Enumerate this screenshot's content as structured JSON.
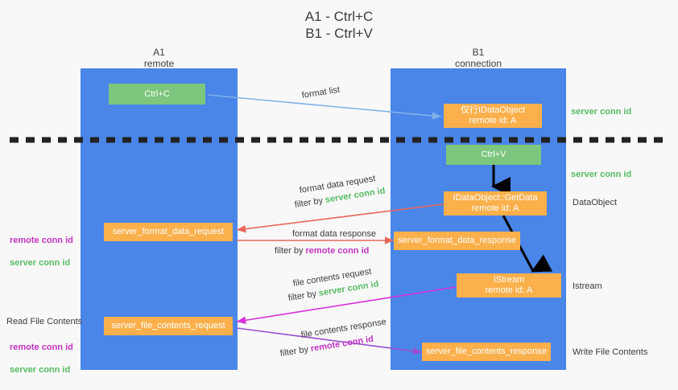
{
  "title": "A1 - Ctrl+C\nB1 - Ctrl+V",
  "colors": {
    "lane": "#4a86e8",
    "green_box": "#7dc67d",
    "orange_box": "#fbb04c",
    "server_conn_id": "#57bb63",
    "remote_conn_id": "#c233c2",
    "arrow_red": "#e8675a",
    "arrow_blue": "#7fb3e8",
    "arrow_magenta": "#d62fd6",
    "arrow_purple": "#9b4fd0",
    "arrow_black": "#000000",
    "divider": "#222222",
    "background": "#f8f8f8"
  },
  "lanes": [
    {
      "id": "a1",
      "header": "A1\nremote"
    },
    {
      "id": "b1",
      "header": "B1\nconnection"
    }
  ],
  "boxes": [
    {
      "id": "ctrl-c",
      "label": "Ctrl+C",
      "style": "green"
    },
    {
      "id": "idataobject-offer",
      "label": "仅行IDataObject\nremote id: A",
      "style": "orange"
    },
    {
      "id": "ctrl-v",
      "label": "Ctrl+V",
      "style": "green"
    },
    {
      "id": "idataobject-getdata",
      "label": "IDataObject::GetData\nremote id: A",
      "style": "orange"
    },
    {
      "id": "server-format-data-request",
      "label": "server_format_data_request",
      "style": "orange"
    },
    {
      "id": "server-format-data-response",
      "label": "server_format_data_response",
      "style": "orange"
    },
    {
      "id": "istream",
      "label": "IStream\nremote id: A",
      "style": "orange"
    },
    {
      "id": "server-file-contents-request",
      "label": "server_file_contents_request",
      "style": "orange"
    },
    {
      "id": "server-file-contents-response",
      "label": "server_file_contents_response",
      "style": "orange"
    }
  ],
  "annotations": {
    "format_list": "format list",
    "format_data_request": "format data request",
    "format_data_response": "format data response",
    "file_contents_request": "file contents request",
    "file_contents_response": "file contents response",
    "filter_by": "filter by ",
    "server_conn_id": "server conn id",
    "remote_conn_id": "remote conn id"
  },
  "right_labels": [
    {
      "id": "server-conn-id-1",
      "text": "server conn id",
      "kind": "green"
    },
    {
      "id": "server-conn-id-2",
      "text": "server conn id",
      "kind": "green"
    },
    {
      "id": "dataobject",
      "text": "DataObject",
      "kind": "plain"
    },
    {
      "id": "istream-label",
      "text": "Istream",
      "kind": "plain"
    },
    {
      "id": "write-file-contents",
      "text": "Write File Contents",
      "kind": "plain"
    }
  ],
  "left_labels": {
    "group1": {
      "remote": "remote conn id",
      "server": "server conn id"
    },
    "read_file_contents": "Read File Contents",
    "group2": {
      "remote": "remote conn id",
      "server": "server conn id"
    }
  }
}
